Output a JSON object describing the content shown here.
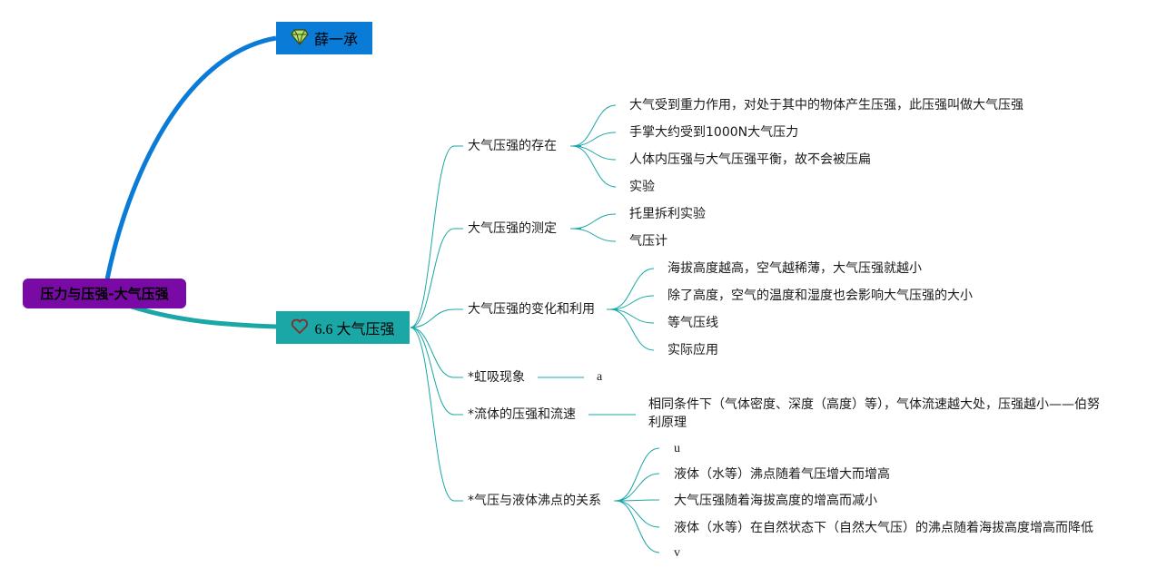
{
  "root": {
    "label": "压力与压强-大气压强"
  },
  "author": {
    "label": "薛一承",
    "icon": "diamond-icon"
  },
  "topic": {
    "label": "6.6 大气压强",
    "icon": "heart-icon"
  },
  "branches": [
    {
      "label": "大气压强的存在",
      "children": [
        "大气受到重力作用，对处于其中的物体产生压强，此压强叫做大气压强",
        "手掌大约受到1000N大气压力",
        "人体内压强与大气压强平衡，故不会被压扁",
        "实验"
      ]
    },
    {
      "label": "大气压强的测定",
      "children": [
        "托里拆利实验",
        "气压计"
      ]
    },
    {
      "label": "大气压强的变化和利用",
      "children": [
        "海拔高度越高，空气越稀薄，大气压强就越小",
        "除了高度，空气的温度和湿度也会影响大气压强的大小",
        "等气压线",
        "实际应用"
      ]
    },
    {
      "label": "*虹吸现象",
      "children": [
        "a"
      ]
    },
    {
      "label": "*流体的压强和流速",
      "children": [
        "相同条件下（气体密度、深度（高度）等），气体流速越大处，压强越小——伯努利原理"
      ]
    },
    {
      "label": "*气压与液体沸点的关系",
      "children": [
        "u",
        "液体（水等）沸点随着气压增大而增高",
        "大气压强随着海拔高度的增高而减小",
        "液体（水等）在自然状态下（自然大气压）的沸点随着海拔高度增高而降低",
        "v"
      ]
    }
  ],
  "colors": {
    "root": "#7a0aa6",
    "author": "#0a7bd6",
    "topic": "#1aa7a6",
    "line": "#1aa7a6",
    "author_line": "#0a7bd6"
  }
}
